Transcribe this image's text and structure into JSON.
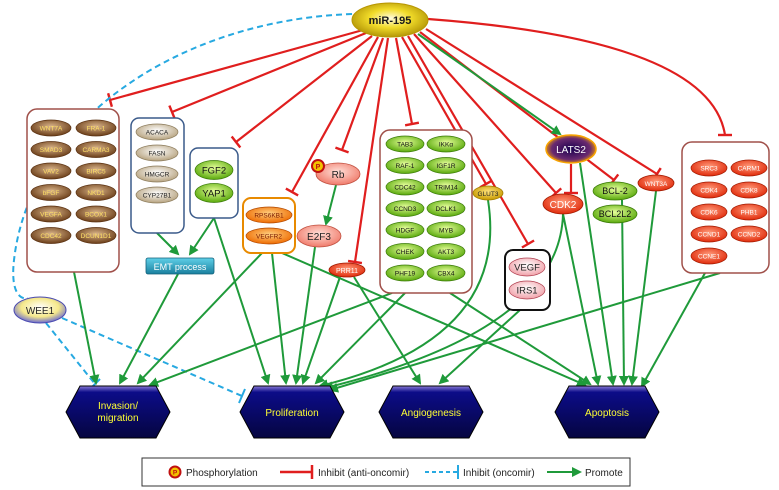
{
  "center": "miR-195",
  "groups": {
    "group1": [
      "WNT7A",
      "FRA-1",
      "SMAD3",
      "CARMA3",
      "VAV2",
      "BIRC5",
      "bFGF",
      "NKD1",
      "VEGFA",
      "BCOX1",
      "CDC42",
      "DCUN1D1"
    ],
    "group2": [
      "ACACA",
      "FASN",
      "HMGCR",
      "CYP27B1"
    ],
    "group3": [
      "FGF2",
      "YAP1"
    ],
    "group4": [
      "RPS6KB1",
      "VEGFR2"
    ],
    "group5": [
      "TAB3",
      "IKKα",
      "RAF-1",
      "IGF1R",
      "CDC42",
      "TRIM14",
      "CCND3",
      "DCLK1",
      "HDGF",
      "MYB",
      "CHEK",
      "AKT3",
      "PHF19",
      "CBX4"
    ],
    "group6": [
      "VEGF",
      "IRS1"
    ],
    "group7": [
      "BCL-2",
      "BCL2L2"
    ],
    "group8": [
      "SRC3",
      "CARM1",
      "CDK4",
      "CDK8",
      "CDK6",
      "PHB1",
      "CCND1",
      "CCND2",
      "CCNE1"
    ]
  },
  "nodes": {
    "rb": "Rb",
    "e2f3": "E2F3",
    "prr11": "PRR11",
    "glut3": "GLUT3",
    "lats2": "LATS2",
    "cdk2": "CDK2",
    "wnt3a": "WNT3A",
    "wee1": "WEE1",
    "emt": "EMT process",
    "phospho_mark": "P"
  },
  "outcomes": {
    "invasion_line1": "Invasion/",
    "invasion_line2": "migration",
    "proliferation": "Proliferation",
    "angiogenesis": "Angiogenesis",
    "apoptosis": "Apoptosis"
  },
  "legend": {
    "phosphorylation": "Phosphorylation",
    "inhibit_anti": "Inhibit (anti-oncomir)",
    "inhibit_onco": "Inhibit (oncomir)",
    "promote": "Promote"
  },
  "colors": {
    "inhibit": "#e01e1e",
    "promote": "#1f9a3a",
    "oncomir": "#27a9e1",
    "outcome": "#0b0b7a",
    "outcome_text": "#ffff33"
  }
}
